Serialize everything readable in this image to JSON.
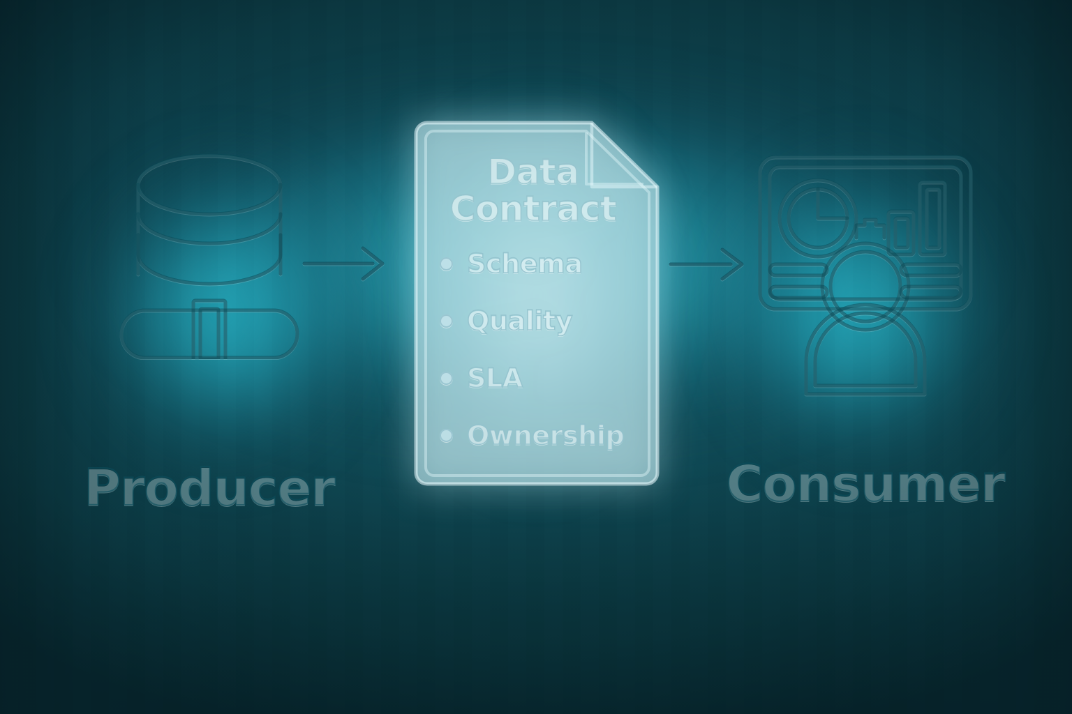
{
  "diagram": {
    "title_semantic": "data-contract-flow",
    "colors": {
      "background_dark": "#0d3f49",
      "background_mid": "#11505d",
      "glow_teal": "#2abed0",
      "accent_teal": "#1d96a8",
      "icon_stroke": "#0a4856",
      "document_fill": "#8fc3cc",
      "document_stroke": "#ecfcff",
      "label_stroke": "#0c4e5c"
    }
  },
  "producer": {
    "label": "Producer",
    "icon": "database-pipeline-icon"
  },
  "consumer": {
    "label": "Consumer",
    "icon": "dashboard-user-icon"
  },
  "arrows": [
    {
      "name": "arrow-producer-to-contract",
      "direction": "right"
    },
    {
      "name": "arrow-contract-to-consumer",
      "direction": "right"
    }
  ],
  "document": {
    "title_line_1": "Data",
    "title_line_2": "Contract",
    "items": [
      {
        "label": "Schema"
      },
      {
        "label": "Quality"
      },
      {
        "label": "SLA"
      },
      {
        "label": "Ownership"
      }
    ]
  }
}
